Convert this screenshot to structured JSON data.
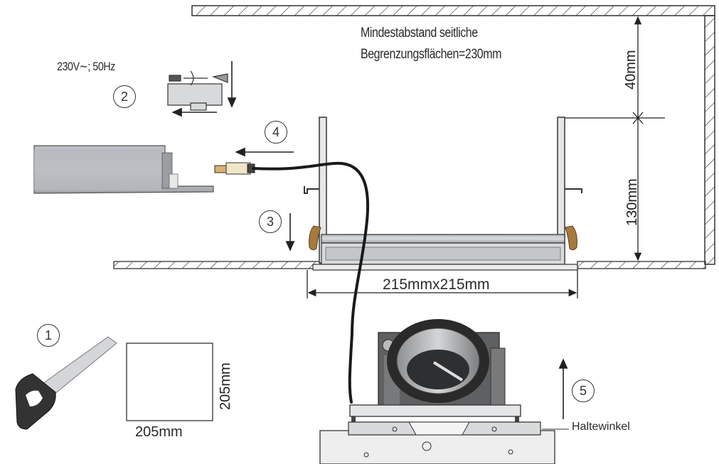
{
  "notes": {
    "voltage": "230V∼; 50Hz",
    "clearance_line1": "Mindestabstand seitliche",
    "clearance_line2": "Begrenzungsflächen=230mm"
  },
  "dimensions": {
    "top_clearance": "40mm",
    "housing_height": "130mm",
    "ceiling_opening": "215mmx215mm",
    "cutout_width": "205mm",
    "cutout_height": "205mm"
  },
  "steps": [
    "1",
    "2",
    "3",
    "4",
    "5"
  ],
  "callouts": {
    "bracket": "Haltewinkel"
  },
  "colors": {
    "hatch": "#333333",
    "metal": "#c9ccd0",
    "cable": "#1a1a1a",
    "clip": "#a57a3c"
  }
}
